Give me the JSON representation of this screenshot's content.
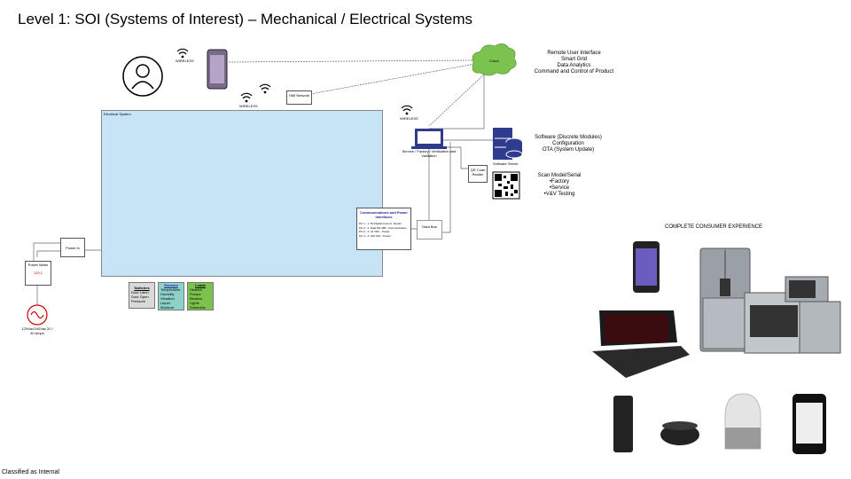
{
  "title": "Level 1: SOI (Systems of Interest) – Mechanical / Electrical Systems",
  "footer": "Classified as Internal",
  "electrical_system_label": "Electrical System",
  "wireless_label": "WIRELESS",
  "cloud_label": "Cloud",
  "cloud_services": [
    "Remote User Interface",
    "Smart Grid",
    "Data Analytics",
    "Command and Control of Product"
  ],
  "software_lines": [
    "Software (Discrete Modules)",
    "Configuration",
    "OTA (System Update)"
  ],
  "scan_lines": [
    "Scan Model/Serial",
    "•Factory",
    "•Service",
    "•V&V Testing"
  ],
  "hmi_label": "HMI Network",
  "service_label": "Service / Factory / Verification and Validation",
  "qr_reader_label": "QR Code Reader",
  "server_label": "Software Server",
  "bus_label": "Data Bus",
  "comm_box": {
    "title": "Communications and Power Interfaces",
    "lines": [
      "Pin 1 - 1: 5V Digital Ground - Return",
      "Pin 2 - 2: Data RS-485 - Communication",
      "Pin 3 - 3: 12 VDC - Power",
      "Pin 4 - 4: 120 VAC - Power"
    ]
  },
  "power_in_label": "Power In",
  "power_meter_label": "Power Meter",
  "power_meter_reading": "120.1",
  "supply_label": "120Vac/240Vac 20 / 40 Amps",
  "switches": {
    "title": "Switches",
    "items": [
      "Door Latch",
      "Door Open",
      "Pressure"
    ]
  },
  "sensors": {
    "title": "Sensors",
    "items": [
      "Temperature",
      "Humidity",
      "Vibration",
      "Liquid",
      "Moisture"
    ]
  },
  "loads": {
    "title": "Loads",
    "items": [
      "Heaters",
      "Pumps",
      "Blowers",
      "Lights",
      "Solenoids"
    ]
  },
  "consumer_title": "COMPLETE CONSUMER EXPERIENCE",
  "colors": {
    "electrical_fill": "#c6e4f6",
    "cloud": "#7cc24e",
    "sensors": "#8fd0c9",
    "loads": "#7cc24e",
    "switches": "#d9d9d9",
    "laptop": "#2f3b8c",
    "server": "#2f3b8c"
  }
}
